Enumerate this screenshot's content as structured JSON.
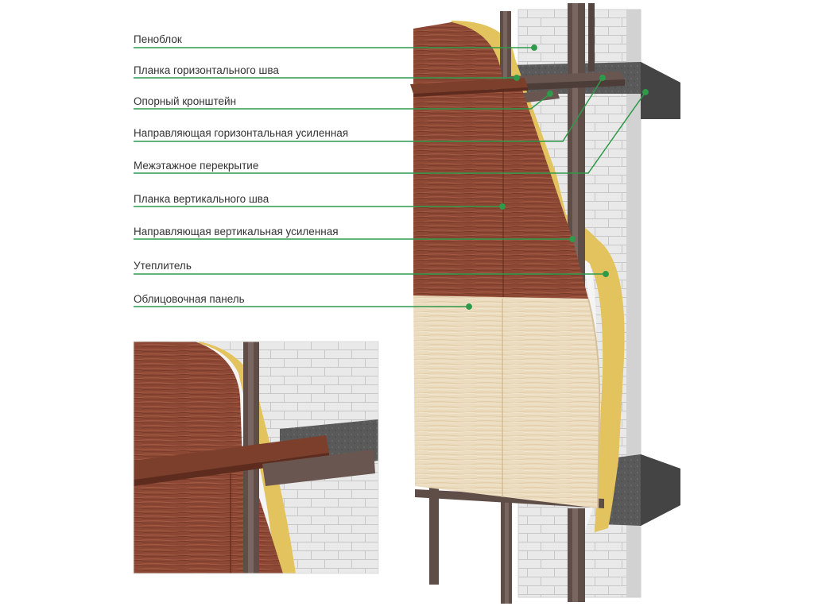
{
  "labels": [
    {
      "id": "penoblok",
      "text": "Пеноблок"
    },
    {
      "id": "planka-gor",
      "text": "Планка горизонтального шва"
    },
    {
      "id": "kronshtein",
      "text": "Опорный кронштейн"
    },
    {
      "id": "napr-gor",
      "text": "Направляющая горизонтальная усиленная"
    },
    {
      "id": "perekrytie",
      "text": "Межэтажное перекрытие"
    },
    {
      "id": "planka-vert",
      "text": "Планка вертикального шва"
    },
    {
      "id": "napr-vert",
      "text": "Направляющая вертикальная усиленная"
    },
    {
      "id": "uteplitel",
      "text": "Утеплитель"
    },
    {
      "id": "panel",
      "text": "Облицовочная панель"
    }
  ],
  "colors": {
    "leader": "#2e9a4a",
    "brick_panel": "#8e4a36",
    "light_panel": "#ecdcbf",
    "insulation": "#e3c35e",
    "concrete": "#555555",
    "block": "#e6e6e6",
    "profile": "#5f4d47"
  }
}
